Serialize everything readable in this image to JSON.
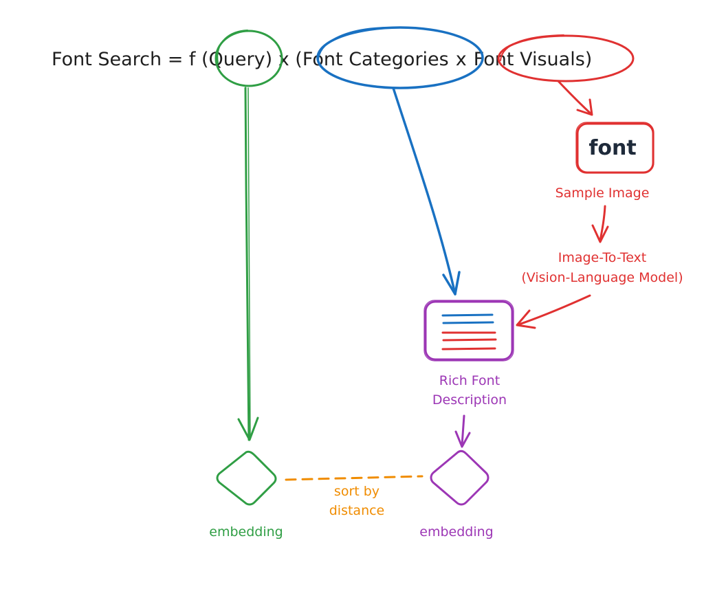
{
  "formula": {
    "prefix": "Font Search = f (",
    "query": "Query",
    "times1": ")  x (",
    "categories": "Font Categories",
    "times2": "x",
    "visuals": "Font Visuals",
    "close": ")"
  },
  "font_sample_text": "font",
  "labels": {
    "sample_image": "Sample Image",
    "image_to_text_line1": "Image-To-Text",
    "image_to_text_line2": "(Vision-Language Model)",
    "rich_desc_line1": "Rich Font",
    "rich_desc_line2": "Description",
    "embedding_left": "embedding",
    "embedding_right": "embedding",
    "sort_line1": "sort by",
    "sort_line2": "distance"
  },
  "colors": {
    "green": "#2f9e44",
    "blue": "#1971c2",
    "red": "#e03131",
    "purple": "#9c36b5",
    "orange": "#f08c00",
    "text": "#1e1e1e"
  }
}
